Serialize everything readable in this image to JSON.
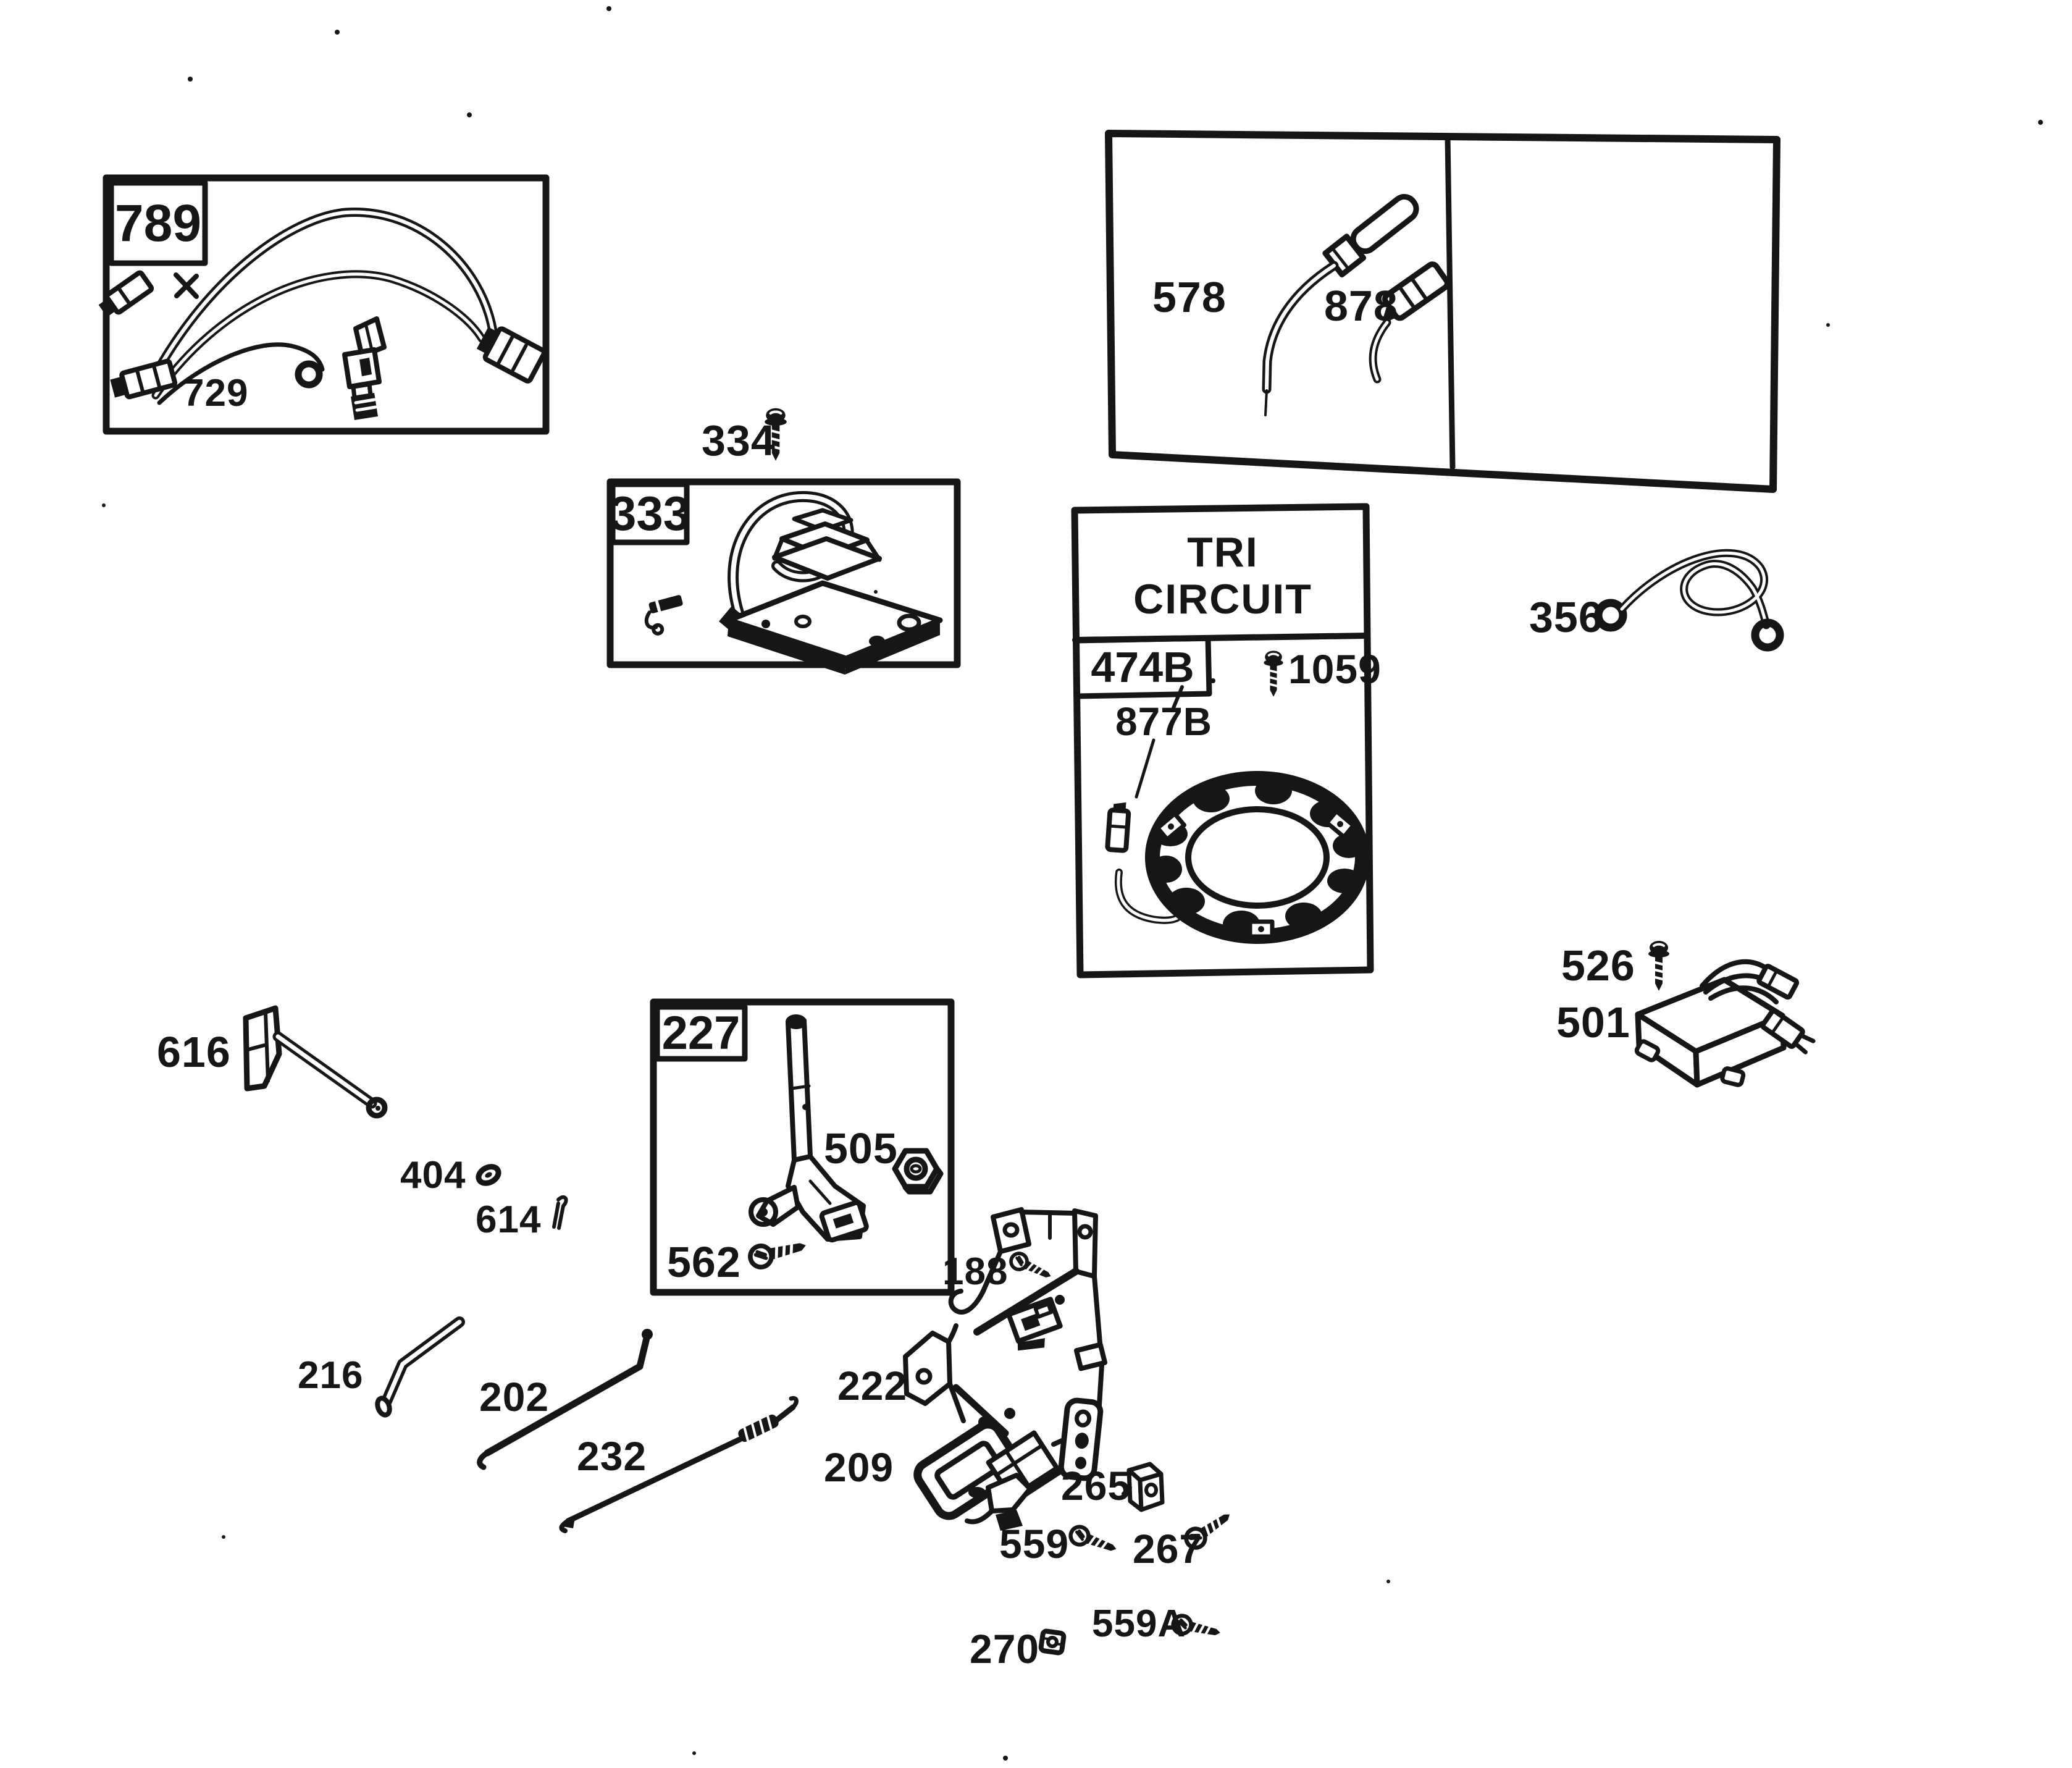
{
  "page": {
    "background": "#ffffff",
    "ink": "#161616",
    "description": "Engine electrical and controls parts diagram"
  },
  "panels": {
    "harness": {
      "corner_label": "789",
      "clip_callout": "729"
    },
    "probe_box": {
      "left_callout": "578",
      "right_callout": "878"
    },
    "ignition": {
      "corner_label": "333",
      "screw_callout": "334"
    },
    "tri_circuit": {
      "title_line1": "TRI",
      "title_line2": "CIRCUIT",
      "corner_label": "474B",
      "bolt_callout": "1059",
      "lead_callout": "877B"
    },
    "governor": {
      "corner_label": "227",
      "nut_callout": "505",
      "screw_callout": "562"
    },
    "regulator": {
      "screw_callout": "526",
      "module_callout": "501"
    }
  },
  "callouts": {
    "ground_wire": "356",
    "choke_shaft": "616",
    "washer": "404",
    "pin": "614",
    "link_rod": "216",
    "governor_link": "202",
    "throttle_link": "232",
    "bracket_screw": "188",
    "bracket": "222",
    "spring": "209",
    "cable_clip": "265",
    "screw_559": "559",
    "screw_267": "267",
    "screw_559a": "559A",
    "nut_270": "270"
  }
}
